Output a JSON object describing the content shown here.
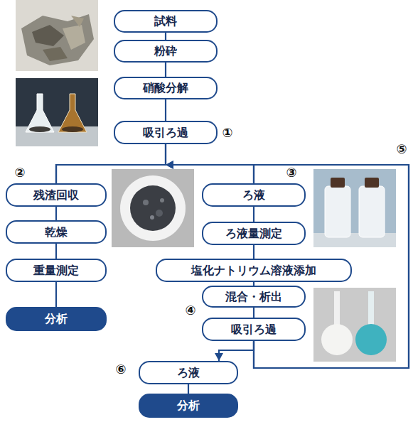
{
  "diagram": {
    "nodes": [
      {
        "text": [
          "試料"
        ]
      },
      {
        "text": [
          "粉砕"
        ]
      },
      {
        "text": [
          "硝酸分解"
        ]
      },
      {
        "text": [
          "吸引ろ過"
        ]
      },
      {
        "text": [
          "残渣回収"
        ]
      },
      {
        "text": [
          "乾燥"
        ]
      },
      {
        "text": [
          "重量測定"
        ]
      },
      {
        "text": [
          "分析"
        ]
      },
      {
        "text": [
          "ろ液"
        ]
      },
      {
        "text": [
          "ろ液量測定"
        ]
      },
      {
        "text": [
          "塩化ナトリウム溶液添加"
        ]
      },
      {
        "text": [
          "混合・析出"
        ]
      },
      {
        "text": [
          "吸引ろ過"
        ]
      },
      {
        "text": [
          "ろ液"
        ]
      },
      {
        "text": [
          "分析"
        ]
      }
    ],
    "edges": [
      {
        "from": 0,
        "to": 1,
        "arrow": "none"
      },
      {
        "from": 1,
        "to": 2,
        "arrow": "none"
      },
      {
        "from": 2,
        "to": 3,
        "arrow": "none"
      },
      {
        "from": 3,
        "to": 4,
        "arrow": "none"
      },
      {
        "from": 3,
        "to": 8,
        "arrow": "none"
      },
      {
        "from": 4,
        "to": 5,
        "arrow": "none"
      },
      {
        "from": 5,
        "to": 6,
        "arrow": "none"
      },
      {
        "from": 6,
        "to": 7,
        "arrow": "none"
      },
      {
        "from": 8,
        "to": 9,
        "arrow": "none"
      },
      {
        "from": 9,
        "to": 10,
        "arrow": "none"
      },
      {
        "from": 10,
        "to": 11,
        "arrow": "none"
      },
      {
        "from": 11,
        "to": 12,
        "arrow": "none"
      },
      {
        "from": 12,
        "to": 13,
        "arrow": "to"
      },
      {
        "from": 13,
        "to": 14,
        "arrow": "none"
      },
      {
        "from": 12,
        "to": 4,
        "arrow": "to"
      },
      {
        "from": 12,
        "to": 8,
        "arrow": "to"
      }
    ],
    "labels": [
      "①",
      "②",
      "③",
      "④",
      "⑤",
      "⑥"
    ]
  }
}
